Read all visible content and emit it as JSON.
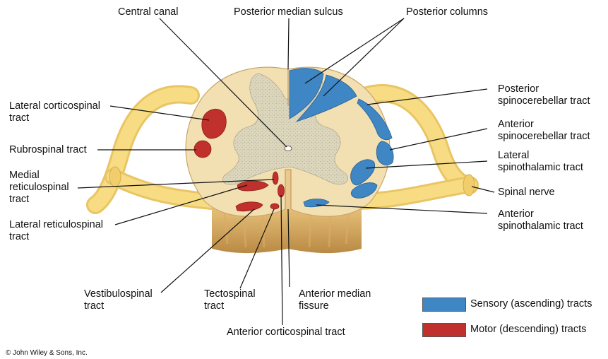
{
  "labels": {
    "central_canal": "Central canal",
    "posterior_median_sulcus": "Posterior median sulcus",
    "posterior_columns": "Posterior columns",
    "lateral_corticospinal": "Lateral corticospinal\ntract",
    "rubrospinal": "Rubrospinal tract",
    "medial_reticulospinal": "Medial\nreticulospinal\ntract",
    "lateral_reticulospinal": "Lateral reticulospinal\ntract",
    "posterior_spinocerebellar": "Posterior\nspinocerebellar tract",
    "anterior_spinocerebellar": "Anterior\nspinocerebellar tract",
    "lateral_spinothalamic": "Lateral\nspinothalamic tract",
    "spinal_nerve": "Spinal nerve",
    "anterior_spinothalamic": "Anterior\nspinothalamic tract",
    "vestibulospinal": "Vestibulospinal\ntract",
    "tectospinal": "Tectospinal\ntract",
    "anterior_median_fissure": "Anterior median\nfissure",
    "anterior_corticospinal": "Anterior corticospinal tract"
  },
  "legend": {
    "sensory_label": "Sensory (ascending) tracts",
    "motor_label": "Motor (descending) tracts"
  },
  "credit": "© John Wiley & Sons, Inc.",
  "colors": {
    "sensory": "#3f86c4",
    "motor": "#c0302c",
    "white_matter": "#f3e0b2",
    "gray_matter": "#d6d1b7",
    "nerve": "#f5d77a",
    "root_shadow": "#c99a4e"
  }
}
